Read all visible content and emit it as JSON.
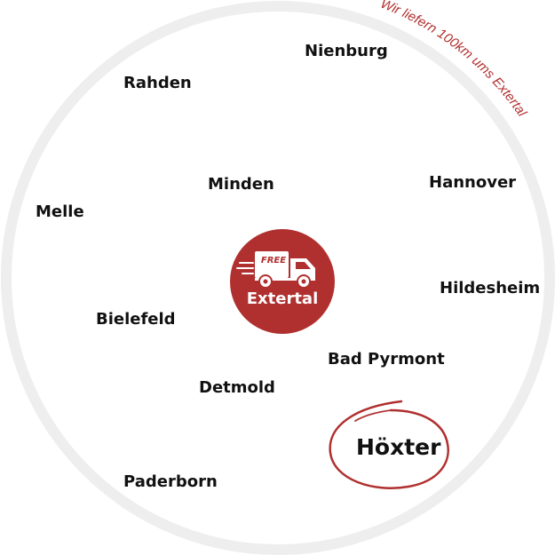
{
  "colors": {
    "accent": "#b0302f",
    "ring": "#eeeeee",
    "text": "#111111"
  },
  "tagline": "Wir liefern 100km ums Extertal",
  "center": {
    "free_label": "FREE",
    "name": "Extertal",
    "icon": "delivery-truck-icon"
  },
  "highlight_icon": "hand-drawn-circle-icon",
  "cities": {
    "nienburg": "Nienburg",
    "rahden": "Rahden",
    "minden": "Minden",
    "hannover": "Hannover",
    "melle": "Melle",
    "hildesheim": "Hildesheim",
    "bielefeld": "Bielefeld",
    "bad_pyrmont": "Bad Pyrmont",
    "detmold": "Detmold",
    "paderborn": "Paderborn",
    "hoexter": "Höxter"
  }
}
